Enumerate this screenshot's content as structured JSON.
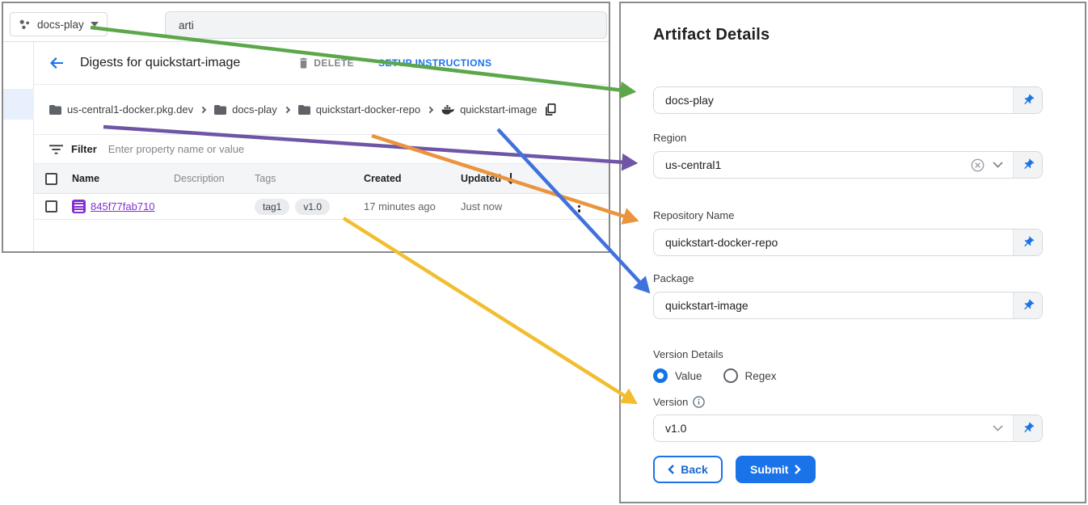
{
  "console": {
    "project_selector": {
      "label": "docs-play"
    },
    "search": {
      "value": "arti"
    },
    "page": {
      "title": "Digests for quickstart-image",
      "delete_label": "DELETE",
      "setup_label": "SETUP INSTRUCTIONS"
    },
    "breadcrumb": {
      "items": [
        {
          "label": "us-central1-docker.pkg.dev",
          "icon": "folder-icon"
        },
        {
          "label": "docs-play",
          "icon": "folder-icon"
        },
        {
          "label": "quickstart-docker-repo",
          "icon": "folder-icon"
        },
        {
          "label": "quickstart-image",
          "icon": "docker-whale-icon"
        }
      ]
    },
    "filter": {
      "label": "Filter",
      "placeholder": "Enter property name or value"
    },
    "table": {
      "headers": {
        "name": "Name",
        "description": "Description",
        "tags": "Tags",
        "created": "Created",
        "updated": "Updated"
      },
      "row": {
        "name": "845f77fab710",
        "description": "",
        "tags": {
          "0": "tag1",
          "1": "v1.0"
        },
        "created": "17 minutes ago",
        "updated": "Just now"
      }
    }
  },
  "panel": {
    "title": "Artifact Details",
    "project": {
      "value": "docs-play"
    },
    "region": {
      "label": "Region",
      "value": "us-central1"
    },
    "repository": {
      "label": "Repository Name",
      "value": "quickstart-docker-repo"
    },
    "package": {
      "label": "Package",
      "value": "quickstart-image"
    },
    "version_details": {
      "label": "Version Details",
      "options": {
        "0": "Value",
        "1": "Regex"
      },
      "selected": "Value"
    },
    "version": {
      "label": "Version",
      "value": "v1.0"
    },
    "back_label": "Back",
    "submit_label": "Submit"
  },
  "arrows": {
    "green": "#5ba74a",
    "purple": "#6f55a5",
    "orange": "#ea943e",
    "blue": "#4072dd",
    "yellow": "#f2bd2f",
    "accent_blue": "#1a73e8"
  }
}
